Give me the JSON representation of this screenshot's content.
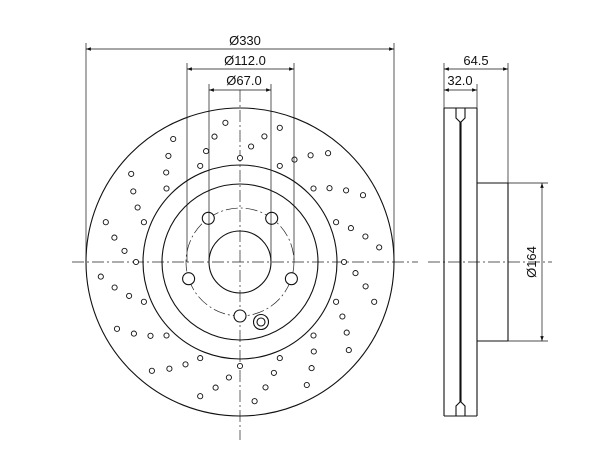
{
  "dimensions": {
    "outer_diameter": "Ø330",
    "bolt_circle_diameter": "Ø112.0",
    "center_bore_diameter": "Ø67.0",
    "total_height": "64.5",
    "disc_thickness": "32.0",
    "hat_diameter": "Ø164"
  },
  "colors": {
    "line": "#111111",
    "background": "#ffffff"
  }
}
